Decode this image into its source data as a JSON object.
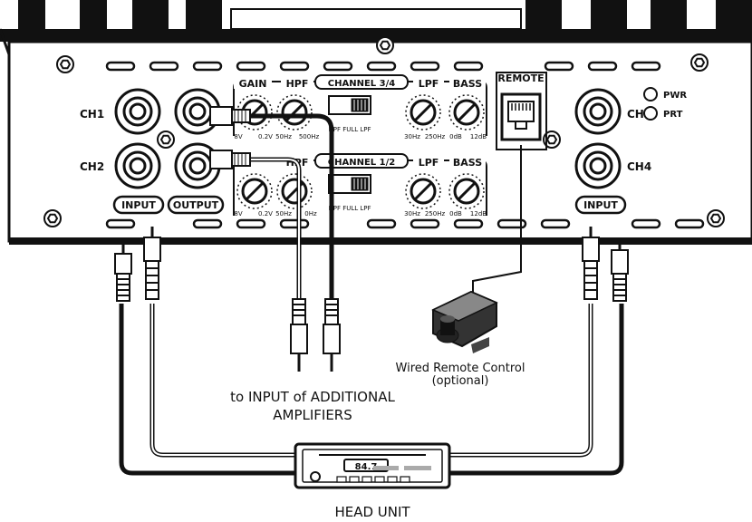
{
  "amp": {
    "channels": {
      "ch1": "CH1",
      "ch2": "CH2",
      "ch3": "CH3",
      "ch4": "CH4"
    },
    "input_label_left": "INPUT",
    "output_label": "OUTPUT",
    "input_label_right": "INPUT",
    "leds": {
      "pwr": "PWR",
      "prt": "PRT"
    },
    "remote_label": "REMOTE",
    "controls_top": {
      "gain": "GAIN",
      "hpf": "HPF",
      "channel": "CHANNEL 3/4",
      "lpf": "LPF",
      "bass": "BASS"
    },
    "controls_bottom": {
      "hpf": "HPF",
      "channel": "CHANNEL 1/2",
      "lpf": "LPF",
      "bass": "BASS"
    },
    "scale": {
      "gain_min": "8V",
      "gain_max": "0.2V",
      "hpf_min": "50Hz",
      "hpf_max": "500Hz",
      "hpf_max_partial": "0Hz",
      "switch_labels": "HPF FULL LPF",
      "lpf_min": "30Hz",
      "lpf_max": "250Hz",
      "bass_min": "0dB",
      "bass_max": "12dB"
    }
  },
  "captions": {
    "remote_line1": "Wired Remote Control",
    "remote_line2": "(optional)",
    "additional_line1": "to INPUT of ADDITIONAL",
    "additional_line2": "AMPLIFIERS",
    "head_unit": "HEAD UNIT",
    "display": "84.7"
  }
}
